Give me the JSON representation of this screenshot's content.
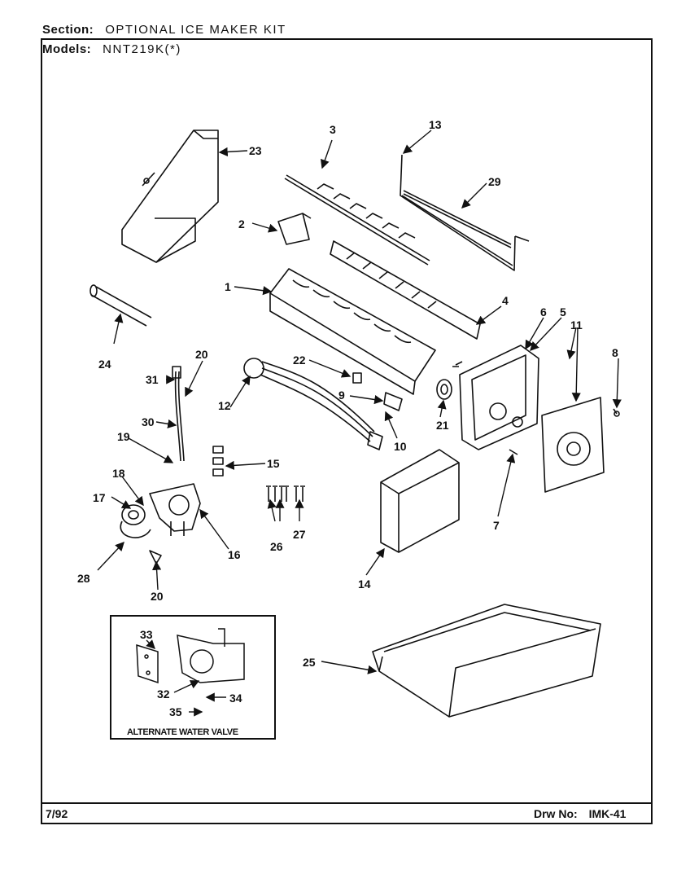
{
  "header": {
    "section_label": "Section:",
    "section_value": "OPTIONAL ICE MAKER KIT",
    "models_label": "Models:",
    "models_value": "NNT219K(*)"
  },
  "footer": {
    "date": "7/92",
    "drawing_label": "Drw No:",
    "drawing_number": "IMK-41"
  },
  "inset": {
    "caption": "ALTERNATE WATER VALVE"
  },
  "callouts": {
    "p1": "1",
    "p2": "2",
    "p3": "3",
    "p4": "4",
    "p5": "5",
    "p6": "6",
    "p7": "7",
    "p8": "8",
    "p9": "9",
    "p10": "10",
    "p11": "11",
    "p12": "12",
    "p13": "13",
    "p14": "14",
    "p15": "15",
    "p16": "16",
    "p17": "17",
    "p18": "18",
    "p19": "19",
    "p20a": "20",
    "p20b": "20",
    "p21": "21",
    "p22": "22",
    "p23": "23",
    "p24": "24",
    "p25": "25",
    "p26": "26",
    "p27": "27",
    "p28": "28",
    "p29": "29",
    "p30": "30",
    "p31": "31",
    "p32": "32",
    "p33": "33",
    "p34": "34",
    "p35": "35"
  }
}
